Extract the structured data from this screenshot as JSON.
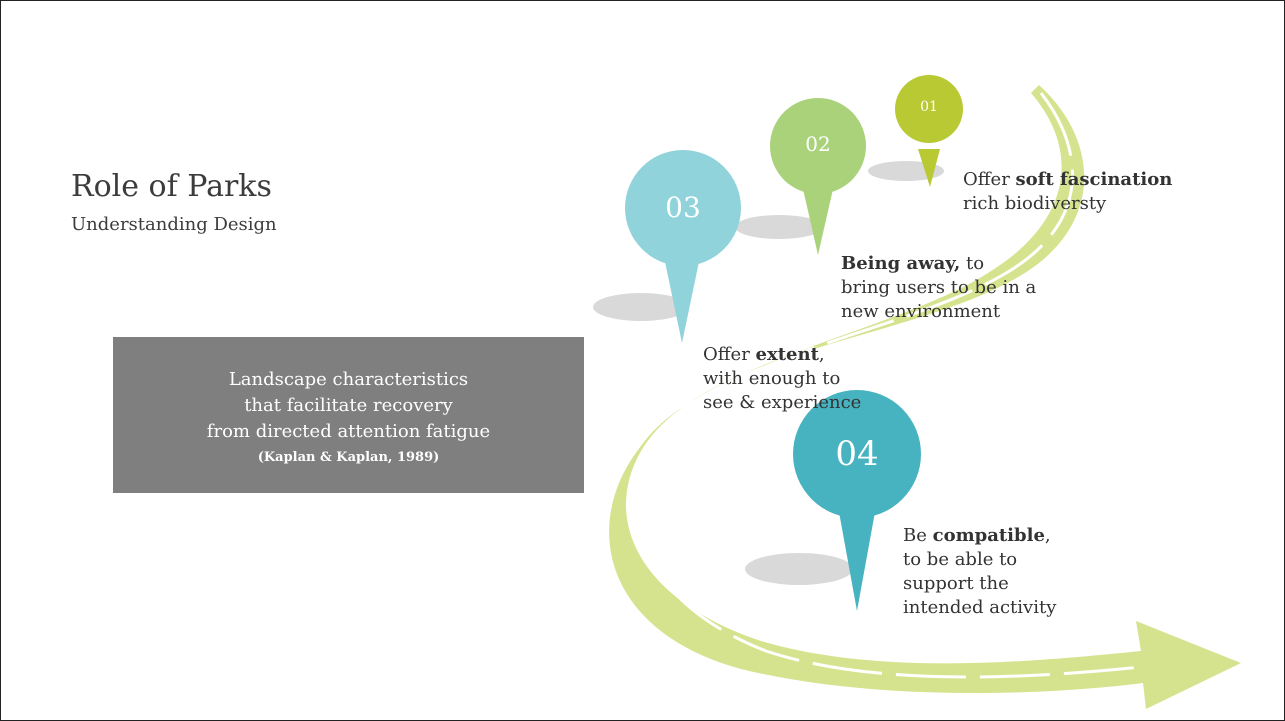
{
  "slide": {
    "title": "Role of Parks",
    "subtitle": "Understanding Design"
  },
  "info_box": {
    "line1": "Landscape characteristics",
    "line2": "that facilitate recovery",
    "line3": "from directed attention fatigue",
    "citation": "(Kaplan & Kaplan, 1989)"
  },
  "pins": [
    {
      "number": "01",
      "color": "#b8c934"
    },
    {
      "number": "02",
      "color": "#a9d27a"
    },
    {
      "number": "03",
      "color": "#90d3da"
    },
    {
      "number": "04",
      "color": "#48b3c0"
    }
  ],
  "captions": {
    "c01": {
      "pre": "Offer ",
      "bold": "soft fascination",
      "post": "",
      "line2": "rich biodiversty"
    },
    "c02": {
      "pre": "",
      "bold": "Being away,",
      "post": " to",
      "line2": "bring users to be in a",
      "line3": "new environment"
    },
    "c03": {
      "pre": "Offer ",
      "bold": "extent",
      "post": ",",
      "line2": "with enough to",
      "line3": "see & experience"
    },
    "c04": {
      "pre": "Be ",
      "bold": "compatible",
      "post": ",",
      "line2": "to be able to",
      "line3": "support the",
      "line4": "intended activity"
    }
  },
  "colors": {
    "road": "#d6e38e",
    "road_lines": "#ffffff",
    "shadow": "#d9d9d9",
    "box": "#7f7f7f"
  }
}
